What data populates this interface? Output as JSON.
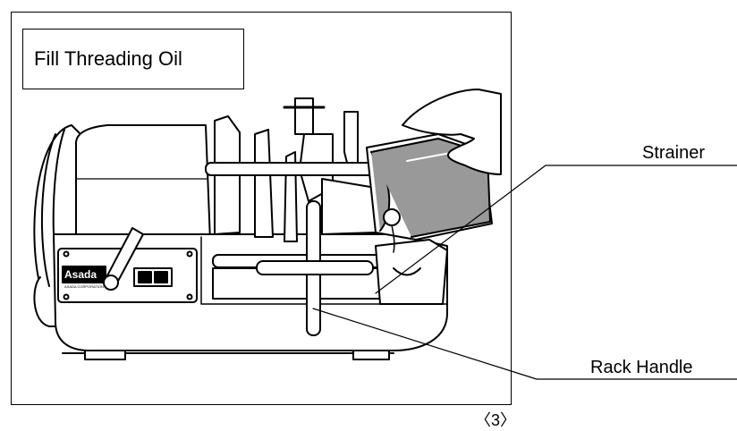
{
  "title": "Fill Threading Oil",
  "callouts": {
    "strainer": "Strainer",
    "rack_handle": "Rack Handle"
  },
  "machine": {
    "brand": "Asada",
    "brand_subtext": "ASADA CORPORATION"
  },
  "page_number": "〈3〉"
}
